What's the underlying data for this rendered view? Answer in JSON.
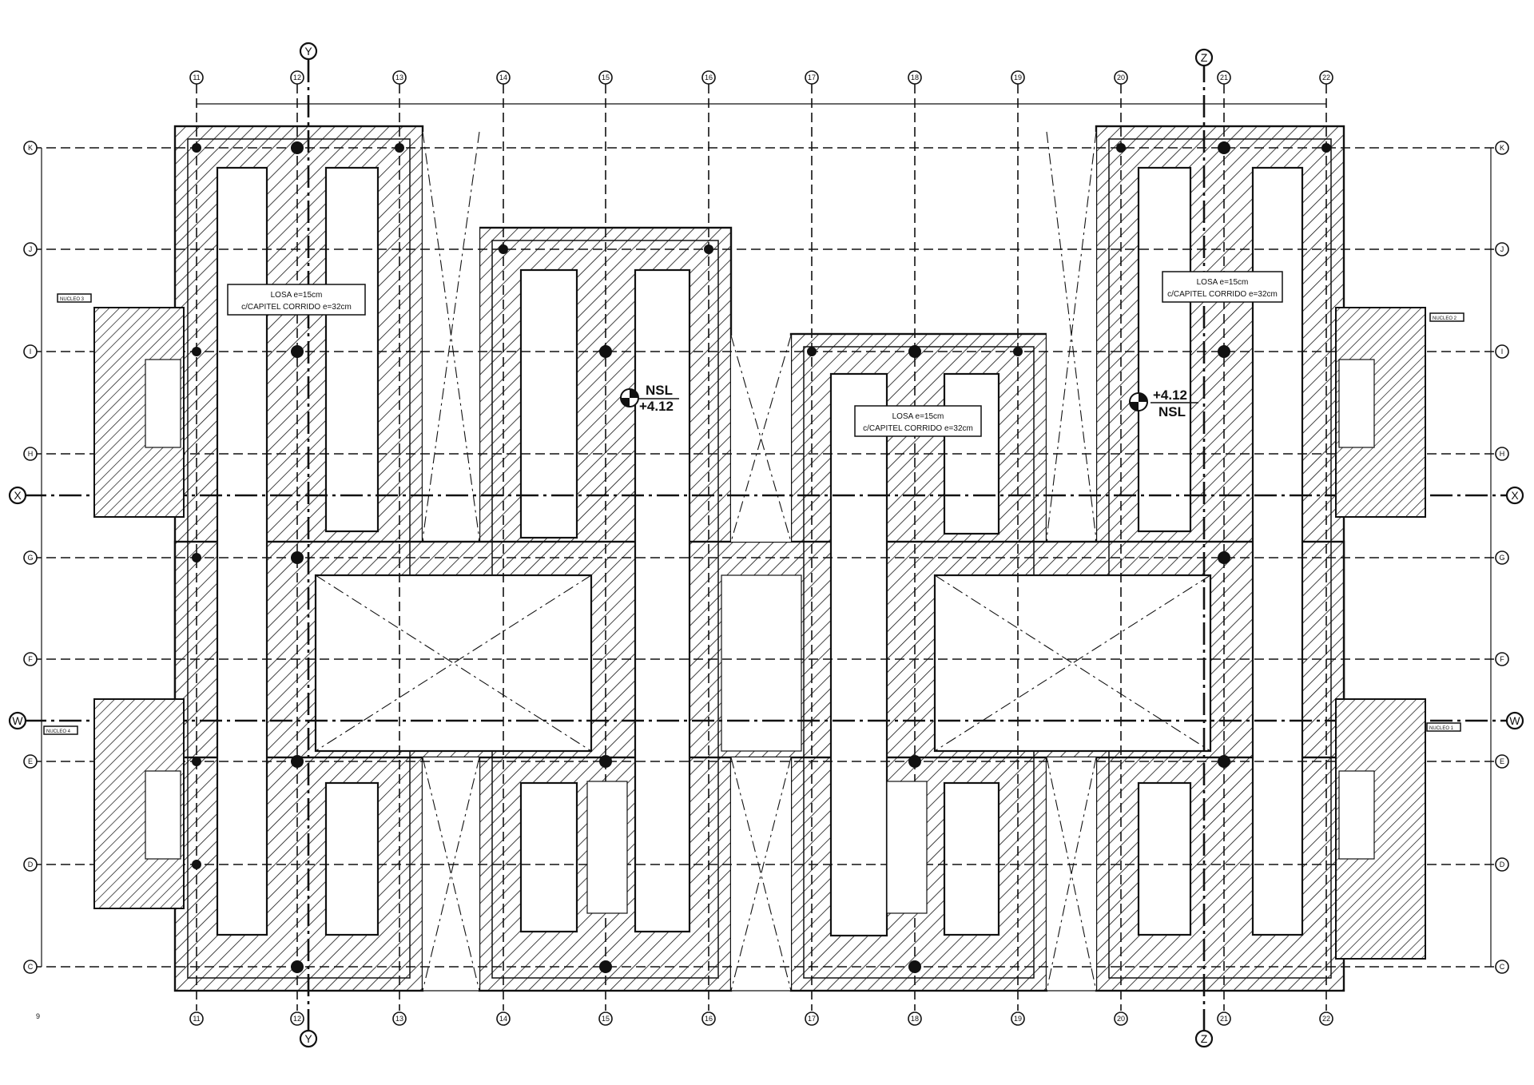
{
  "drawing": {
    "main_axes": {
      "vertical": [
        "Y",
        "Z"
      ],
      "horizontal": [
        "X",
        "W"
      ]
    },
    "column_axis_labels": [
      "11",
      "12",
      "13",
      "14",
      "15",
      "16",
      "17",
      "18",
      "19",
      "20",
      "21",
      "22"
    ],
    "row_axis_labels": [
      "K",
      "J",
      "I",
      "H",
      "G",
      "F",
      "E",
      "D",
      "C"
    ],
    "slab_notes": [
      {
        "line1": "LOSA e=15cm",
        "line2": "c/CAPITEL CORRIDO e=32cm"
      },
      {
        "line1": "LOSA e=15cm",
        "line2": "c/CAPITEL CORRIDO e=32cm"
      },
      {
        "line1": "LOSA e=15cm",
        "line2": "c/CAPITEL CORRIDO e=32cm"
      }
    ],
    "levels": [
      {
        "name": "NSL",
        "value": "+4.12"
      },
      {
        "name": "NSL",
        "value": "+4.12"
      }
    ],
    "core_labels": [
      "NUCLEO 3",
      "NUCLEO 2",
      "NUCLEO 4",
      "NUCLEO 1"
    ],
    "sheet_mark": "9"
  }
}
